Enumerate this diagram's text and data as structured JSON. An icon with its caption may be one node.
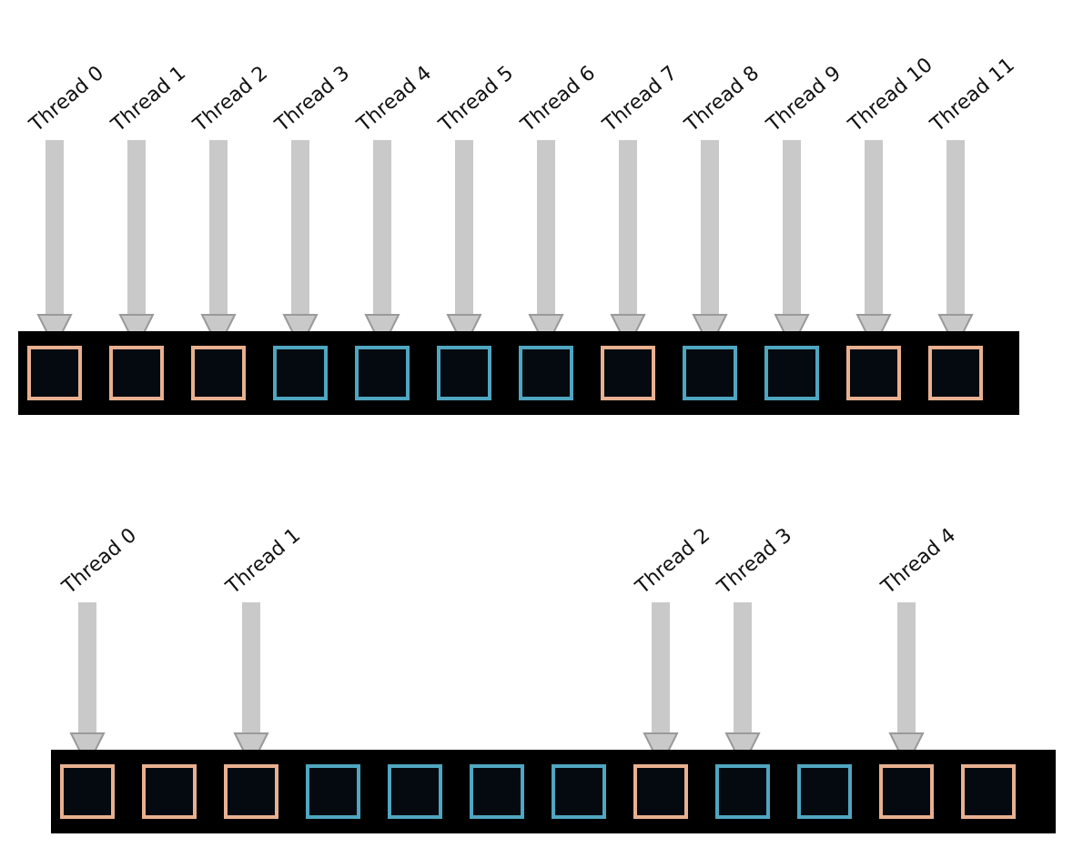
{
  "diagram": {
    "nodes": [
      {
        "text": [
          "Thread 0"
        ]
      },
      {
        "text": [
          "Thread 1"
        ]
      },
      {
        "text": [
          "Thread 2"
        ]
      },
      {
        "text": [
          "Thread 3"
        ]
      },
      {
        "text": [
          "Thread 4"
        ]
      },
      {
        "text": [
          "Thread 5"
        ]
      },
      {
        "text": [
          "Thread 6"
        ]
      },
      {
        "text": [
          "Thread 7"
        ]
      },
      {
        "text": [
          "Thread 8"
        ]
      },
      {
        "text": [
          "Thread 9"
        ]
      },
      {
        "text": [
          "Thread 10"
        ]
      },
      {
        "text": [
          "Thread 11"
        ]
      },
      {
        "text": [],
        "shape": "bar"
      },
      {
        "text": [],
        "shape": "box",
        "in": 12
      },
      {
        "text": [],
        "shape": "box",
        "in": 12
      },
      {
        "text": [],
        "shape": "box",
        "in": 12
      },
      {
        "text": [],
        "shape": "box",
        "in": 12
      },
      {
        "text": [],
        "shape": "box",
        "in": 12
      },
      {
        "text": [],
        "shape": "box",
        "in": 12
      },
      {
        "text": [],
        "shape": "box",
        "in": 12
      },
      {
        "text": [],
        "shape": "box",
        "in": 12
      },
      {
        "text": [],
        "shape": "box",
        "in": 12
      },
      {
        "text": [],
        "shape": "box",
        "in": 12
      },
      {
        "text": [],
        "shape": "box",
        "in": 12
      },
      {
        "text": [],
        "shape": "box",
        "in": 12
      },
      {
        "text": [
          "Thread 0"
        ]
      },
      {
        "text": [
          "Thread 1"
        ]
      },
      {
        "text": [
          "Thread 2"
        ]
      },
      {
        "text": [
          "Thread 3"
        ]
      },
      {
        "text": [
          "Thread 4"
        ]
      },
      {
        "text": [],
        "shape": "bar"
      },
      {
        "text": [],
        "shape": "box",
        "in": 30
      },
      {
        "text": [],
        "shape": "box",
        "in": 30
      },
      {
        "text": [],
        "shape": "box",
        "in": 30
      },
      {
        "text": [],
        "shape": "box",
        "in": 30
      },
      {
        "text": [],
        "shape": "box",
        "in": 30
      },
      {
        "text": [],
        "shape": "box",
        "in": 30
      },
      {
        "text": [],
        "shape": "box",
        "in": 30
      },
      {
        "text": [],
        "shape": "box",
        "in": 30
      },
      {
        "text": [],
        "shape": "box",
        "in": 30
      },
      {
        "text": [],
        "shape": "box",
        "in": 30
      },
      {
        "text": [],
        "shape": "box",
        "in": 30
      },
      {
        "text": [],
        "shape": "box",
        "in": 30
      }
    ],
    "edges": [
      {
        "from": 0,
        "to": 13,
        "arrow": "to"
      },
      {
        "from": 1,
        "to": 14,
        "arrow": "to"
      },
      {
        "from": 2,
        "to": 15,
        "arrow": "to"
      },
      {
        "from": 3,
        "to": 16,
        "arrow": "to"
      },
      {
        "from": 4,
        "to": 17,
        "arrow": "to"
      },
      {
        "from": 5,
        "to": 18,
        "arrow": "to"
      },
      {
        "from": 6,
        "to": 19,
        "arrow": "to"
      },
      {
        "from": 7,
        "to": 20,
        "arrow": "to"
      },
      {
        "from": 8,
        "to": 21,
        "arrow": "to"
      },
      {
        "from": 9,
        "to": 22,
        "arrow": "to"
      },
      {
        "from": 10,
        "to": 23,
        "arrow": "to"
      },
      {
        "from": 11,
        "to": 24,
        "arrow": "to"
      },
      {
        "from": 25,
        "to": 31,
        "arrow": "to"
      },
      {
        "from": 26,
        "to": 33,
        "arrow": "to"
      },
      {
        "from": 27,
        "to": 38,
        "arrow": "to"
      },
      {
        "from": 28,
        "to": 39,
        "arrow": "to"
      },
      {
        "from": 29,
        "to": 41,
        "arrow": "to"
      }
    ]
  }
}
